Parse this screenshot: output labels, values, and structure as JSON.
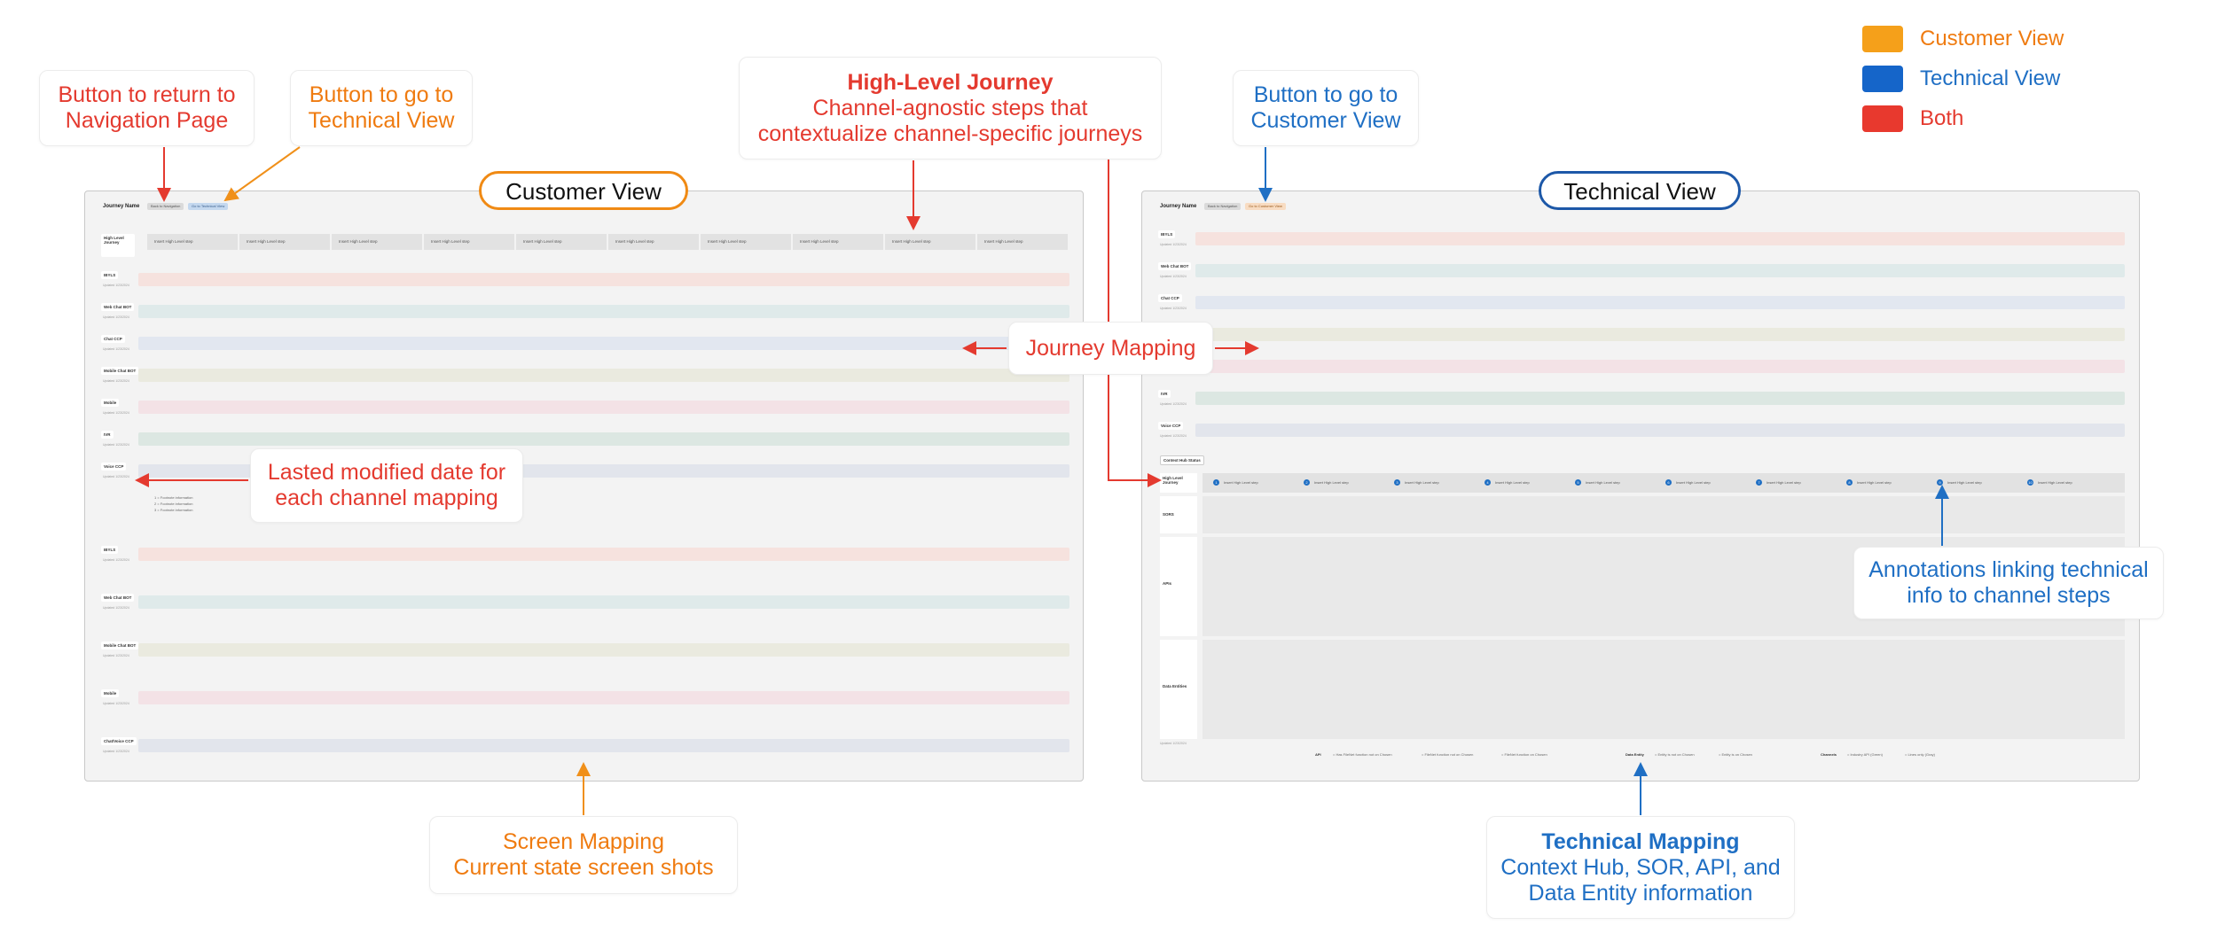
{
  "legend": [
    {
      "label": "Customer View",
      "color": "#f5a01a",
      "text_color": "#ef7b10"
    },
    {
      "label": "Technical View",
      "color": "#1565c9",
      "text_color": "#1f6fc4"
    },
    {
      "label": "Both",
      "color": "#e8392e",
      "text_color": "#e43a2f"
    }
  ],
  "callouts": {
    "return_nav": "Button to return to Navigation Page",
    "go_technical": "Button to go to Technical View",
    "high_level_title": "High-Level Journey",
    "high_level_body": "Channel-agnostic steps that contextualize channel-specific journeys",
    "go_customer": "Button to go to Customer View",
    "journey_mapping": "Journey Mapping",
    "last_modified": "Lasted modified date for each channel mapping",
    "annotations": "Annotations linking technical info to channel steps",
    "screen_mapping_title": "Screen Mapping",
    "screen_mapping_body": "Current state screen shots",
    "technical_mapping_title": "Technical Mapping",
    "technical_mapping_body": "Context Hub, SOR, API, and Data Entity information"
  },
  "customer_view": {
    "title": "Customer View",
    "journey_name": "Journey Name",
    "btn_nav": "Back to Navigation",
    "btn_tech": "Go to Technical View",
    "hlj_label": "High Level Journey",
    "step_label": "Insert High Level step",
    "updated": "Updated 1/23/2024",
    "lanes": [
      {
        "label": "IBYLS",
        "color": "#f6e2de"
      },
      {
        "label": "Web Chat BOT",
        "color": "#dfeaea"
      },
      {
        "label": "Chat CCP",
        "color": "#e2e7f0"
      },
      {
        "label": "Mobile Chat BOT",
        "color": "#eaeadf"
      },
      {
        "label": "Mobile",
        "color": "#f3e2e6"
      },
      {
        "label": "IVR",
        "color": "#dce7e2"
      },
      {
        "label": "Voice CCP",
        "color": "#e2e5ec"
      },
      {
        "label": "IBYLS",
        "color": "#f6e2de"
      },
      {
        "label": "Web Chat BOT",
        "color": "#dfeaea"
      },
      {
        "label": "Mobile Chat BOT",
        "color": "#eaeadf"
      },
      {
        "label": "Mobile",
        "color": "#f3e2e6"
      },
      {
        "label": "Chat/Voice CCP",
        "color": "#e2e5ec"
      }
    ],
    "footnotes": [
      "1 = Footnote information",
      "2 = Footnote information",
      "3 = Footnote information"
    ]
  },
  "technical_view": {
    "title": "Technical View",
    "journey_name": "Journey Name",
    "btn_nav": "Back to Navigation",
    "btn_cust": "Go to Customer View",
    "lanes": [
      {
        "label": "IBYLS",
        "color": "#f6e2de"
      },
      {
        "label": "Web Chat BOT",
        "color": "#dfeaea"
      },
      {
        "label": "Chat CCP",
        "color": "#e2e7f0"
      },
      {
        "label": "Mobile Chat BOT",
        "color": "#eaeadf"
      },
      {
        "label": "Mobile",
        "color": "#f3e2e6"
      },
      {
        "label": "IVR",
        "color": "#dce7e2"
      },
      {
        "label": "Voice CCP",
        "color": "#e2e5ec"
      }
    ],
    "context_hub": "Context Hub Status",
    "hlj_label": "High Level Journey",
    "step_label": "Insert High Level step",
    "sor": "SORS",
    "apis": "APIs",
    "data_entities": "Data Entities",
    "legend_api": "API",
    "legend_api_items": [
      "= Has FileNet function not on Chosen",
      "= FileNet function not on Chosen",
      "= FileNet function on Chosen"
    ],
    "legend_data": "Data Entity",
    "legend_data_items": [
      "= Entity is not on Chosen",
      "= Entity is on Chosen"
    ],
    "legend_channels": "Channels",
    "legend_channel_items": [
      "= Industry API (Green)",
      "= Lines only (Gray)"
    ]
  }
}
